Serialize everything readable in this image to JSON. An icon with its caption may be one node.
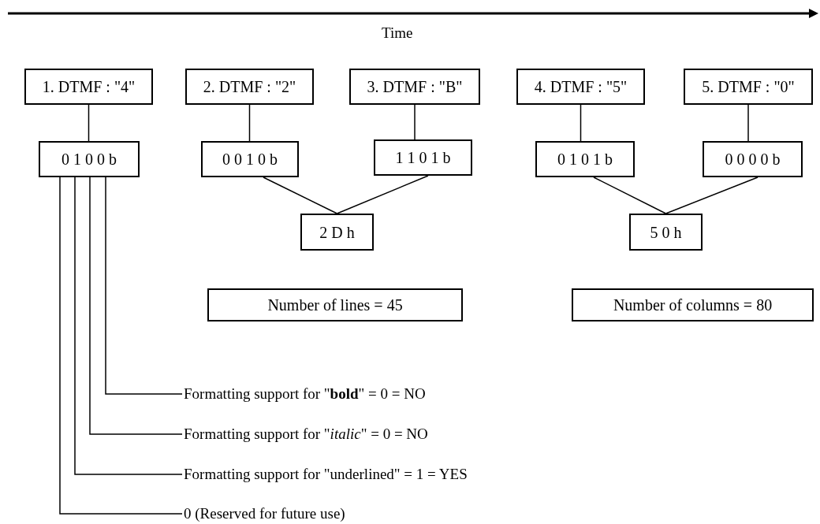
{
  "diagram": {
    "nodes": [
      {
        "text": [
          "1. DTMF : \"4\""
        ]
      },
      {
        "text": [
          "2. DTMF : \"2\""
        ]
      },
      {
        "text": [
          "3. DTMF : \"B\""
        ]
      },
      {
        "text": [
          "4. DTMF : \"5\""
        ]
      },
      {
        "text": [
          "5. DTMF : \"0\""
        ]
      },
      {
        "text": [
          "0 1 0 0 b"
        ]
      },
      {
        "text": [
          "0 0 1 0 b"
        ]
      },
      {
        "text": [
          "1 1 0 1 b"
        ]
      },
      {
        "text": [
          "0 1 0 1 b"
        ]
      },
      {
        "text": [
          "0 0 0 0 b"
        ]
      },
      {
        "text": [
          "2 D h"
        ]
      },
      {
        "text": [
          "5 0 h"
        ]
      },
      {
        "text": [
          "Number of lines = 45"
        ]
      },
      {
        "text": [
          "Number of columns = 80"
        ]
      },
      {
        "text": [
          "Formatting support for \"**bold**\" = 0 = NO"
        ]
      },
      {
        "text": [
          "Formatting support for \"*italic*\" = 0 = NO"
        ]
      },
      {
        "text": [
          "Formatting support for \"underlined\" = 1 = YES"
        ]
      },
      {
        "text": [
          "0 (Reserved for future use)"
        ]
      }
    ],
    "edges": [
      {
        "from": 0,
        "to": 5,
        "arrow": "none"
      },
      {
        "from": 1,
        "to": 6,
        "arrow": "none"
      },
      {
        "from": 2,
        "to": 7,
        "arrow": "none"
      },
      {
        "from": 3,
        "to": 8,
        "arrow": "none"
      },
      {
        "from": 4,
        "to": 9,
        "arrow": "none"
      },
      {
        "from": 6,
        "to": 10,
        "arrow": "none"
      },
      {
        "from": 7,
        "to": 10,
        "arrow": "none"
      },
      {
        "from": 8,
        "to": 11,
        "arrow": "none"
      },
      {
        "from": 9,
        "to": 11,
        "arrow": "none"
      },
      {
        "from": 14,
        "to": 5,
        "arrow": "none"
      },
      {
        "from": 15,
        "to": 5,
        "arrow": "none"
      },
      {
        "from": 16,
        "to": 5,
        "arrow": "none"
      },
      {
        "from": 17,
        "to": 5,
        "arrow": "none"
      }
    ],
    "labels": [
      "Time"
    ]
  }
}
